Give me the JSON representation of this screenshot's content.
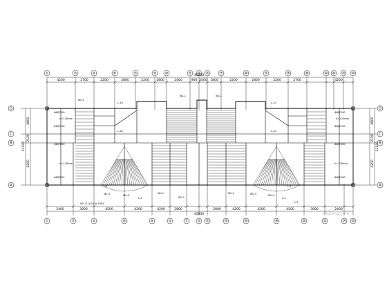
{
  "axes": {
    "top": [
      "①",
      "②",
      "④",
      "⑥",
      "⑦",
      "⑨",
      "⑩",
      "⑪",
      "⑫",
      "⑬",
      "⑭",
      "⑯",
      "⑰",
      "⑲",
      "⑳",
      "㉒",
      "㉓",
      "㉔",
      "㉕"
    ],
    "bottom": [
      "①",
      "②",
      "④",
      "⑥",
      "⑨",
      "⑩",
      "⑪",
      "⑫",
      "⑬",
      "⑮",
      "⑯",
      "⑲",
      "⑳",
      "㉒",
      "㉔",
      "㉕"
    ],
    "left": [
      "D",
      "C",
      "B",
      "A"
    ],
    "right": [
      "D",
      "C",
      "B",
      "A"
    ]
  },
  "dims": {
    "top_segments": [
      "4200",
      "2700",
      "2200",
      "2800",
      "2200",
      "1800",
      "2400",
      "900",
      "2400",
      "1800",
      "2200",
      "2800",
      "2200",
      "2700",
      "4200"
    ],
    "top_total": "45000",
    "bottom_segments": [
      "2400",
      "3000",
      "4500",
      "4200",
      "4200",
      "2800",
      "2800",
      "4200",
      "4200",
      "4500",
      "3000",
      "2400"
    ],
    "bottom_total": "45000",
    "left_segments": [
      "4800",
      "2100",
      "4200"
    ],
    "left_total": "11100",
    "right_segments": [
      "4800",
      "2100",
      "4200"
    ],
    "right_total": "11100"
  },
  "labels": {
    "beam_wl": "WL-1",
    "beam_wl3": "WL-3",
    "beam_wl4": "WL-4",
    "beam_l10": "L-10",
    "beam_l2": "L-2",
    "slab_h100": "h=120mm",
    "rebar_a": "Φ8@200",
    "rebar_b": "Φ8@150",
    "beam_l3": "L-3",
    "beam_l5": "L-5",
    "note_left": "WL-1(1)(2)(4)-10B)",
    "watermark": "zhulong.com"
  }
}
